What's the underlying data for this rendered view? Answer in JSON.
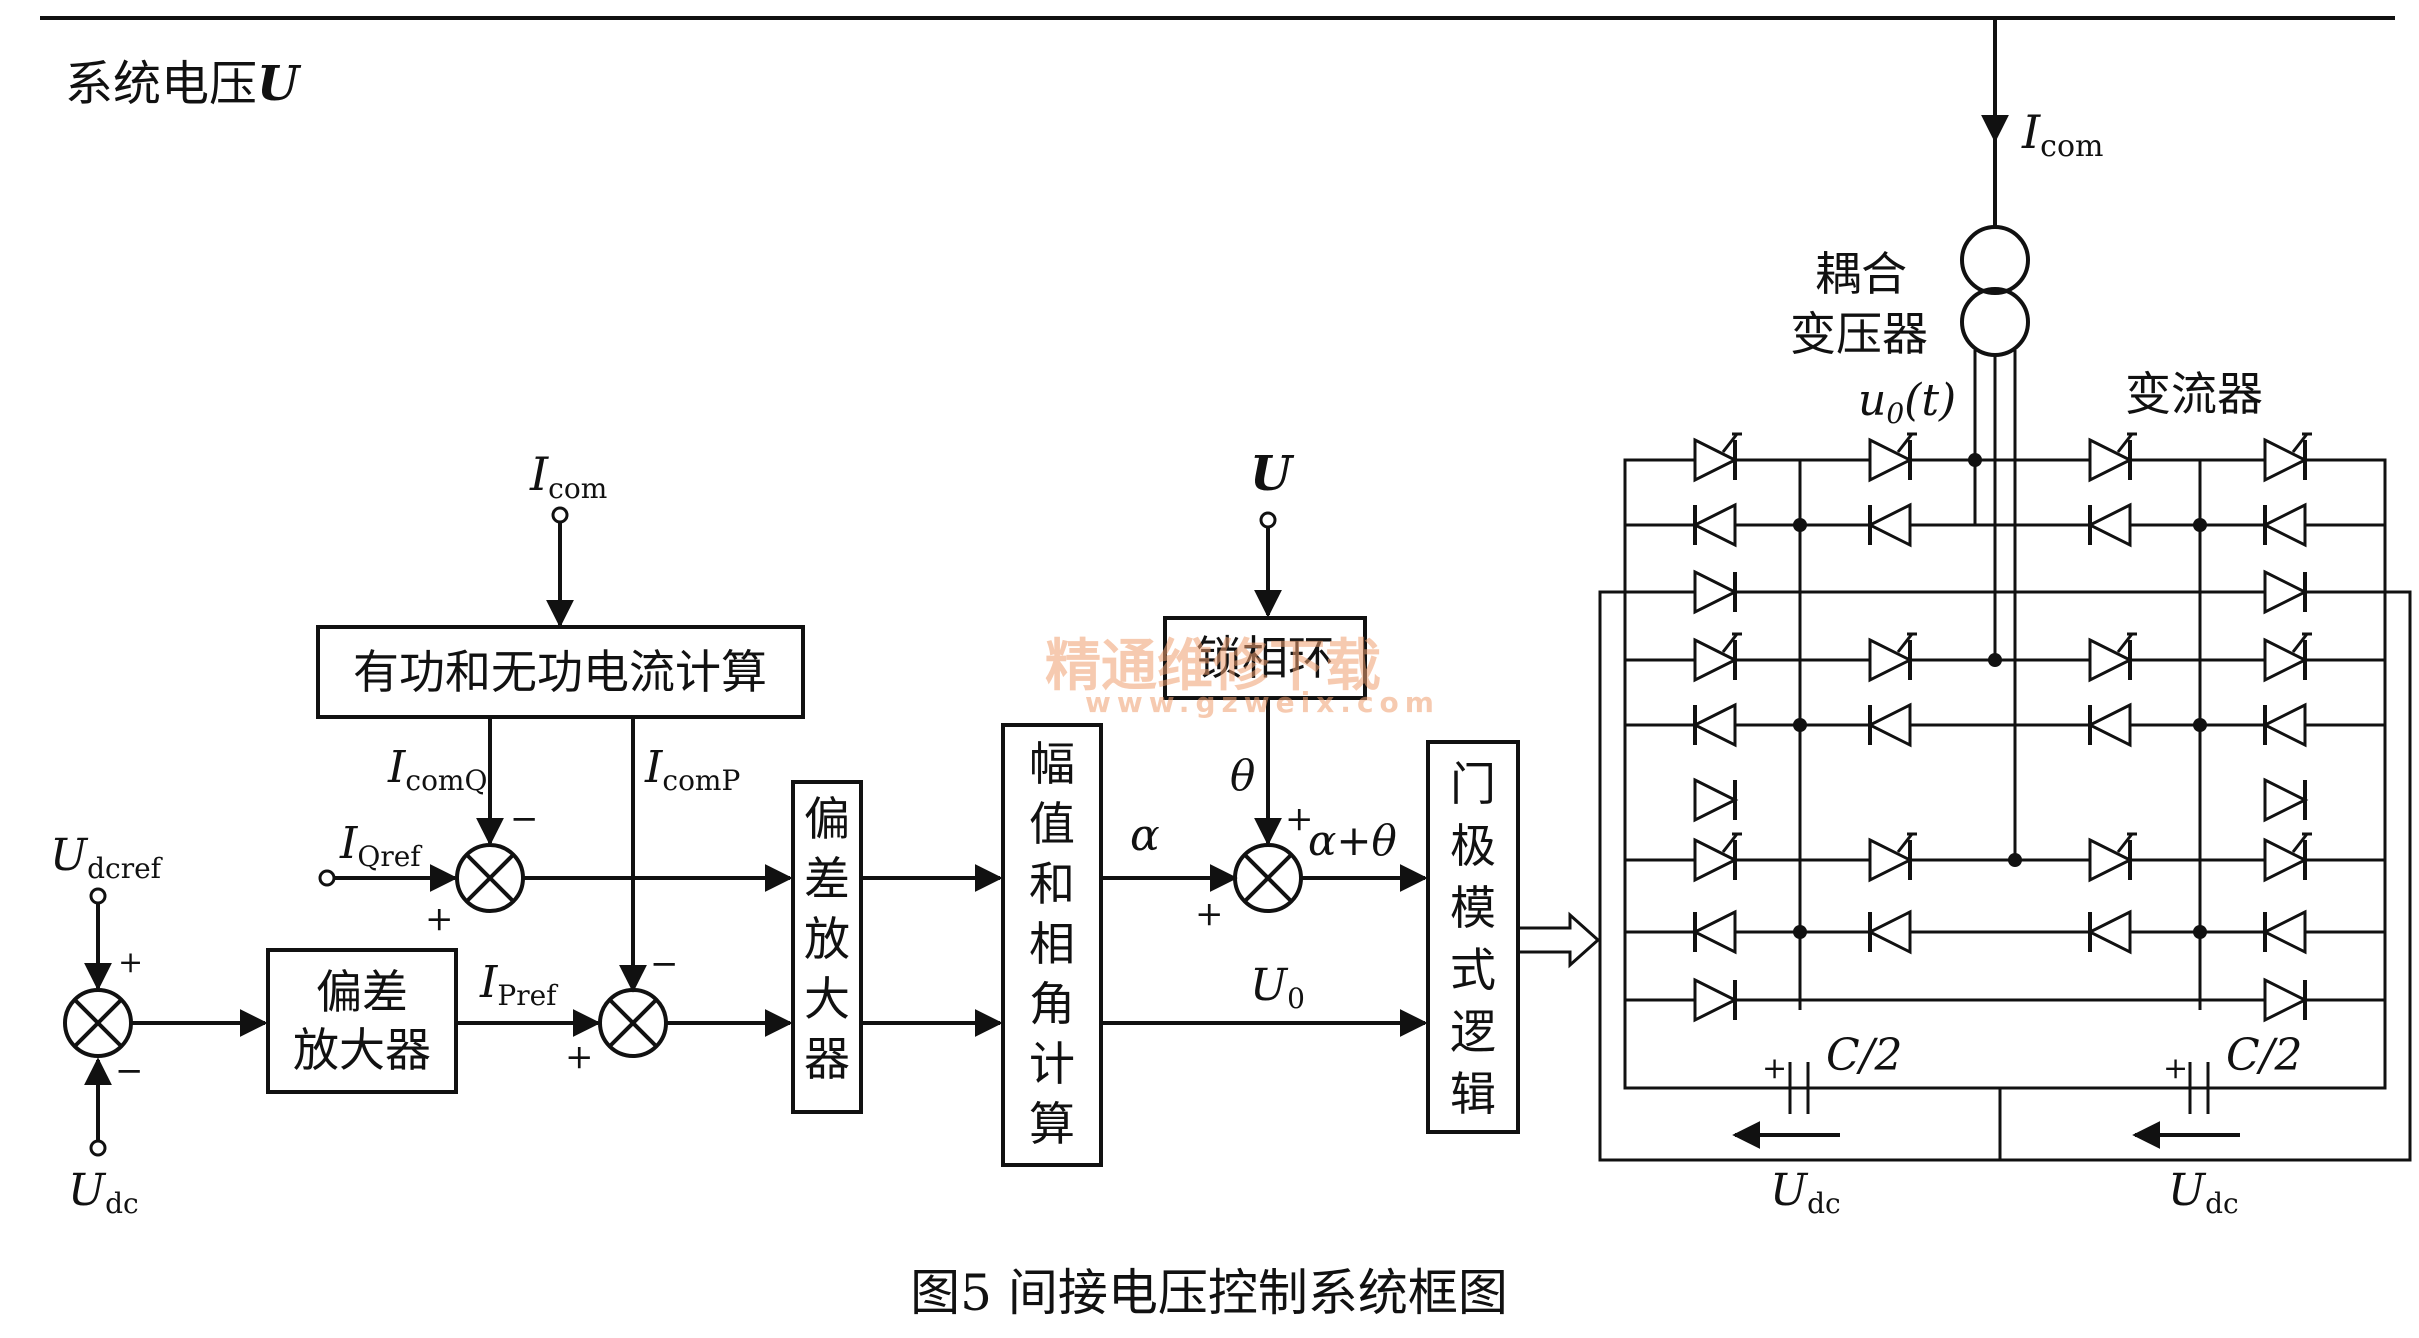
{
  "system_voltage_label": "系统电压",
  "system_voltage_symbol": "U",
  "icom_top": {
    "sym": "I",
    "sub": "com"
  },
  "transformer_label": [
    "耦合",
    "变压器"
  ],
  "converter_label": "变流器",
  "u0t_label": "u0(t)",
  "icom_in": {
    "sym": "I",
    "sub": "com"
  },
  "u_in": "U",
  "blocks": {
    "power_calc": "有功和无功电流计算",
    "pll": "锁相环",
    "dev_amp1": [
      "偏差",
      "放大器"
    ],
    "dev_amp2": [
      "偏",
      "差",
      "放",
      "大",
      "器"
    ],
    "mag_phase": [
      "幅",
      "值",
      "和",
      "相",
      "角",
      "计",
      "算"
    ],
    "gate_logic": [
      "门",
      "极",
      "模",
      "式",
      "逻",
      "辑"
    ]
  },
  "signals": {
    "icomq": {
      "sym": "I",
      "sub": "comQ"
    },
    "icomp": {
      "sym": "I",
      "sub": "comP"
    },
    "iqref": {
      "sym": "I",
      "sub": "Qref"
    },
    "ipref": {
      "sym": "I",
      "sub": "Pref"
    },
    "udcref": {
      "sym": "U",
      "sub": "dcref"
    },
    "udc": {
      "sym": "U",
      "sub": "dc"
    },
    "alpha": "α",
    "theta": "θ",
    "alpha_theta": "α+θ",
    "u0": {
      "sym": "U",
      "sub": "0"
    },
    "cap1": "C/2",
    "cap2": "C/2",
    "udc_left": {
      "sym": "U",
      "sub": "dc"
    },
    "udc_right": {
      "sym": "U",
      "sub": "dc"
    }
  },
  "signs": {
    "plus": "+",
    "minus": "−"
  },
  "watermark": {
    "cn": "精通维修下载",
    "en": "www.gzweix.com"
  },
  "caption": "图5  间接电压控制系统框图"
}
